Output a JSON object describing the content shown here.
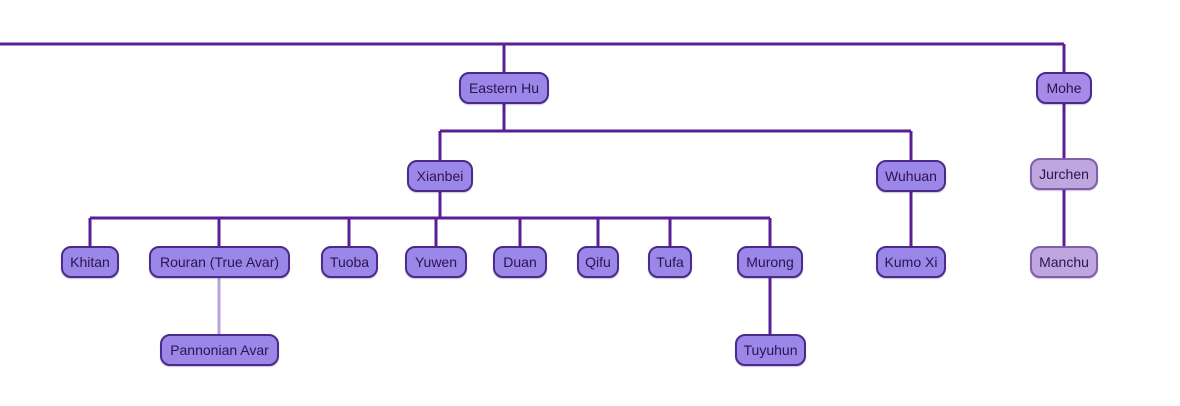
{
  "colors": {
    "line": "#5a1e96",
    "line_light": "#b9a2dc",
    "node_fill": "#9b87e8",
    "node_fill_light": "#bfa6df",
    "node_border": "#4a2a8a"
  },
  "nodes": {
    "eastern_hu": "Eastern Hu",
    "mohe": "Mohe",
    "xianbei": "Xianbei",
    "wuhuan": "Wuhuan",
    "jurchen": "Jurchen",
    "khitan": "Khitan",
    "rouran": "Rouran (True Avar)",
    "tuoba": "Tuoba",
    "yuwen": "Yuwen",
    "duan": "Duan",
    "qifu": "Qifu",
    "tufa": "Tufa",
    "murong": "Murong",
    "kumo_xi": "Kumo Xi",
    "manchu": "Manchu",
    "pannonian_avar": "Pannonian Avar",
    "tuyuhun": "Tuyuhun"
  }
}
